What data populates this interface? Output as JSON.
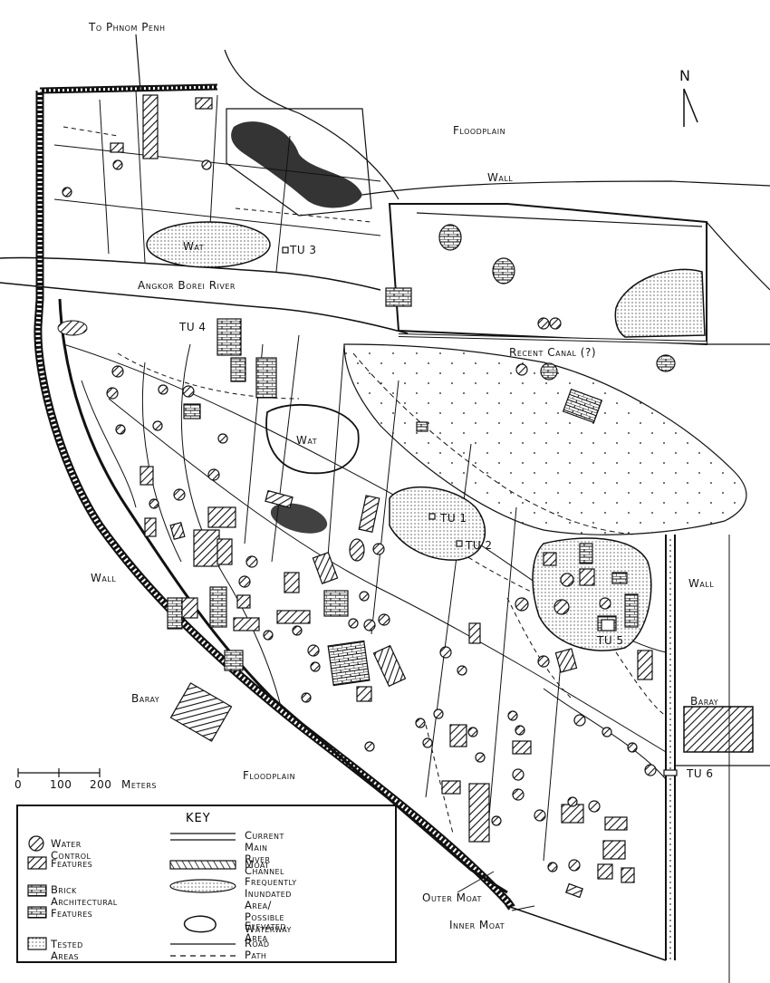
{
  "labels": {
    "to_phnom_penh": "To Phnom Penh",
    "north": "N",
    "floodplain_ne": "Floodplain",
    "wall_north": "Wall",
    "wat_west": "Wat",
    "tu3": "TU 3",
    "river": "Angkor Borei River",
    "tu4": "TU 4",
    "recent_canal": "Recent Canal (?)",
    "wat_center": "Wat",
    "tu1": "TU 1",
    "tu2": "TU 2",
    "wall_west": "Wall",
    "wall_east": "Wall",
    "tu5": "TU 5",
    "baray_west": "Baray",
    "baray_east": "Baray",
    "floodplain_s": "Floodplain",
    "tu6": "TU 6",
    "outer_moat": "Outer Moat",
    "inner_moat": "Inner Moat"
  },
  "scale": {
    "tick_labels": [
      "0",
      "100",
      "200"
    ],
    "unit": "Meters"
  },
  "key": {
    "title": "KEY",
    "left_items": [
      {
        "symbol": "water-control",
        "label": "Water Control"
      },
      {
        "symbol": "features",
        "label": "Features"
      },
      {
        "symbol": "brick-architectural",
        "label": "Brick\nArchitectural\nFeatures"
      },
      {
        "symbol": "tested-areas",
        "label": "Tested Areas"
      }
    ],
    "right_items": [
      {
        "symbol": "current-main-river-channel",
        "label": "Current Main\nRiver Channel"
      },
      {
        "symbol": "moat",
        "label": "Moat"
      },
      {
        "symbol": "inundated-area",
        "label": "Frequently Inundated\nArea/ Possible\nWaterway"
      },
      {
        "symbol": "elevated-area",
        "label": "Elevated Area"
      },
      {
        "symbol": "road",
        "label": "Road"
      },
      {
        "symbol": "path",
        "label": "Path"
      }
    ]
  },
  "colors": {
    "ink": "#111111",
    "paper": "#ffffff"
  }
}
